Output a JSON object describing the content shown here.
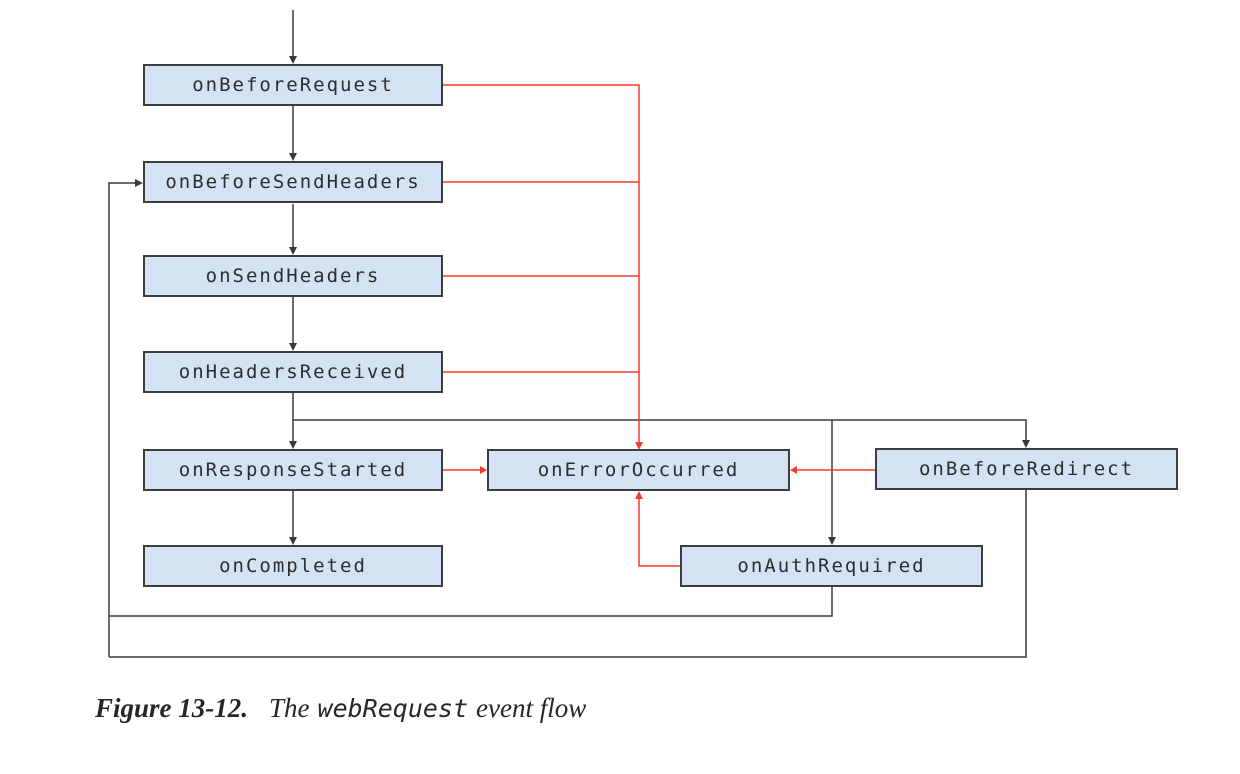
{
  "diagram": {
    "title": "webRequest event flow diagram",
    "nodes": [
      {
        "id": "onBeforeRequest",
        "label": "onBeforeRequest"
      },
      {
        "id": "onBeforeSendHeaders",
        "label": "onBeforeSendHeaders"
      },
      {
        "id": "onSendHeaders",
        "label": "onSendHeaders"
      },
      {
        "id": "onHeadersReceived",
        "label": "onHeadersReceived"
      },
      {
        "id": "onResponseStarted",
        "label": "onResponseStarted"
      },
      {
        "id": "onCompleted",
        "label": "onCompleted"
      },
      {
        "id": "onErrorOccurred",
        "label": "onErrorOccurred"
      },
      {
        "id": "onAuthRequired",
        "label": "onAuthRequired"
      },
      {
        "id": "onBeforeRedirect",
        "label": "onBeforeRedirect"
      }
    ],
    "edges": [
      {
        "from": "start",
        "to": "onBeforeRequest",
        "type": "normal"
      },
      {
        "from": "onBeforeRequest",
        "to": "onBeforeSendHeaders",
        "type": "normal"
      },
      {
        "from": "onBeforeSendHeaders",
        "to": "onSendHeaders",
        "type": "normal"
      },
      {
        "from": "onSendHeaders",
        "to": "onHeadersReceived",
        "type": "normal"
      },
      {
        "from": "onHeadersReceived",
        "to": "onResponseStarted",
        "type": "normal"
      },
      {
        "from": "onHeadersReceived",
        "to": "onBeforeRedirect",
        "type": "normal"
      },
      {
        "from": "onHeadersReceived",
        "to": "onAuthRequired",
        "type": "normal"
      },
      {
        "from": "onResponseStarted",
        "to": "onCompleted",
        "type": "normal"
      },
      {
        "from": "onAuthRequired",
        "to": "onBeforeSendHeaders",
        "type": "normal"
      },
      {
        "from": "onBeforeRedirect",
        "to": "onBeforeSendHeaders",
        "type": "normal"
      },
      {
        "from": "onBeforeRequest",
        "to": "onErrorOccurred",
        "type": "error"
      },
      {
        "from": "onBeforeSendHeaders",
        "to": "onErrorOccurred",
        "type": "error"
      },
      {
        "from": "onSendHeaders",
        "to": "onErrorOccurred",
        "type": "error"
      },
      {
        "from": "onHeadersReceived",
        "to": "onErrorOccurred",
        "type": "error"
      },
      {
        "from": "onResponseStarted",
        "to": "onErrorOccurred",
        "type": "error"
      },
      {
        "from": "onBeforeRedirect",
        "to": "onErrorOccurred",
        "type": "error"
      },
      {
        "from": "onAuthRequired",
        "to": "onErrorOccurred",
        "type": "error"
      }
    ],
    "colors": {
      "edge_normal": "#3a3a3a",
      "edge_error": "#f43b2e",
      "node_fill": "#d3e3f3",
      "node_border": "#3d3d3d",
      "node_text": "#2d2d2d"
    }
  },
  "caption": {
    "figure_label": "Figure 13-12.",
    "text_before": "The",
    "code": "webRequest",
    "text_after": "event flow"
  }
}
